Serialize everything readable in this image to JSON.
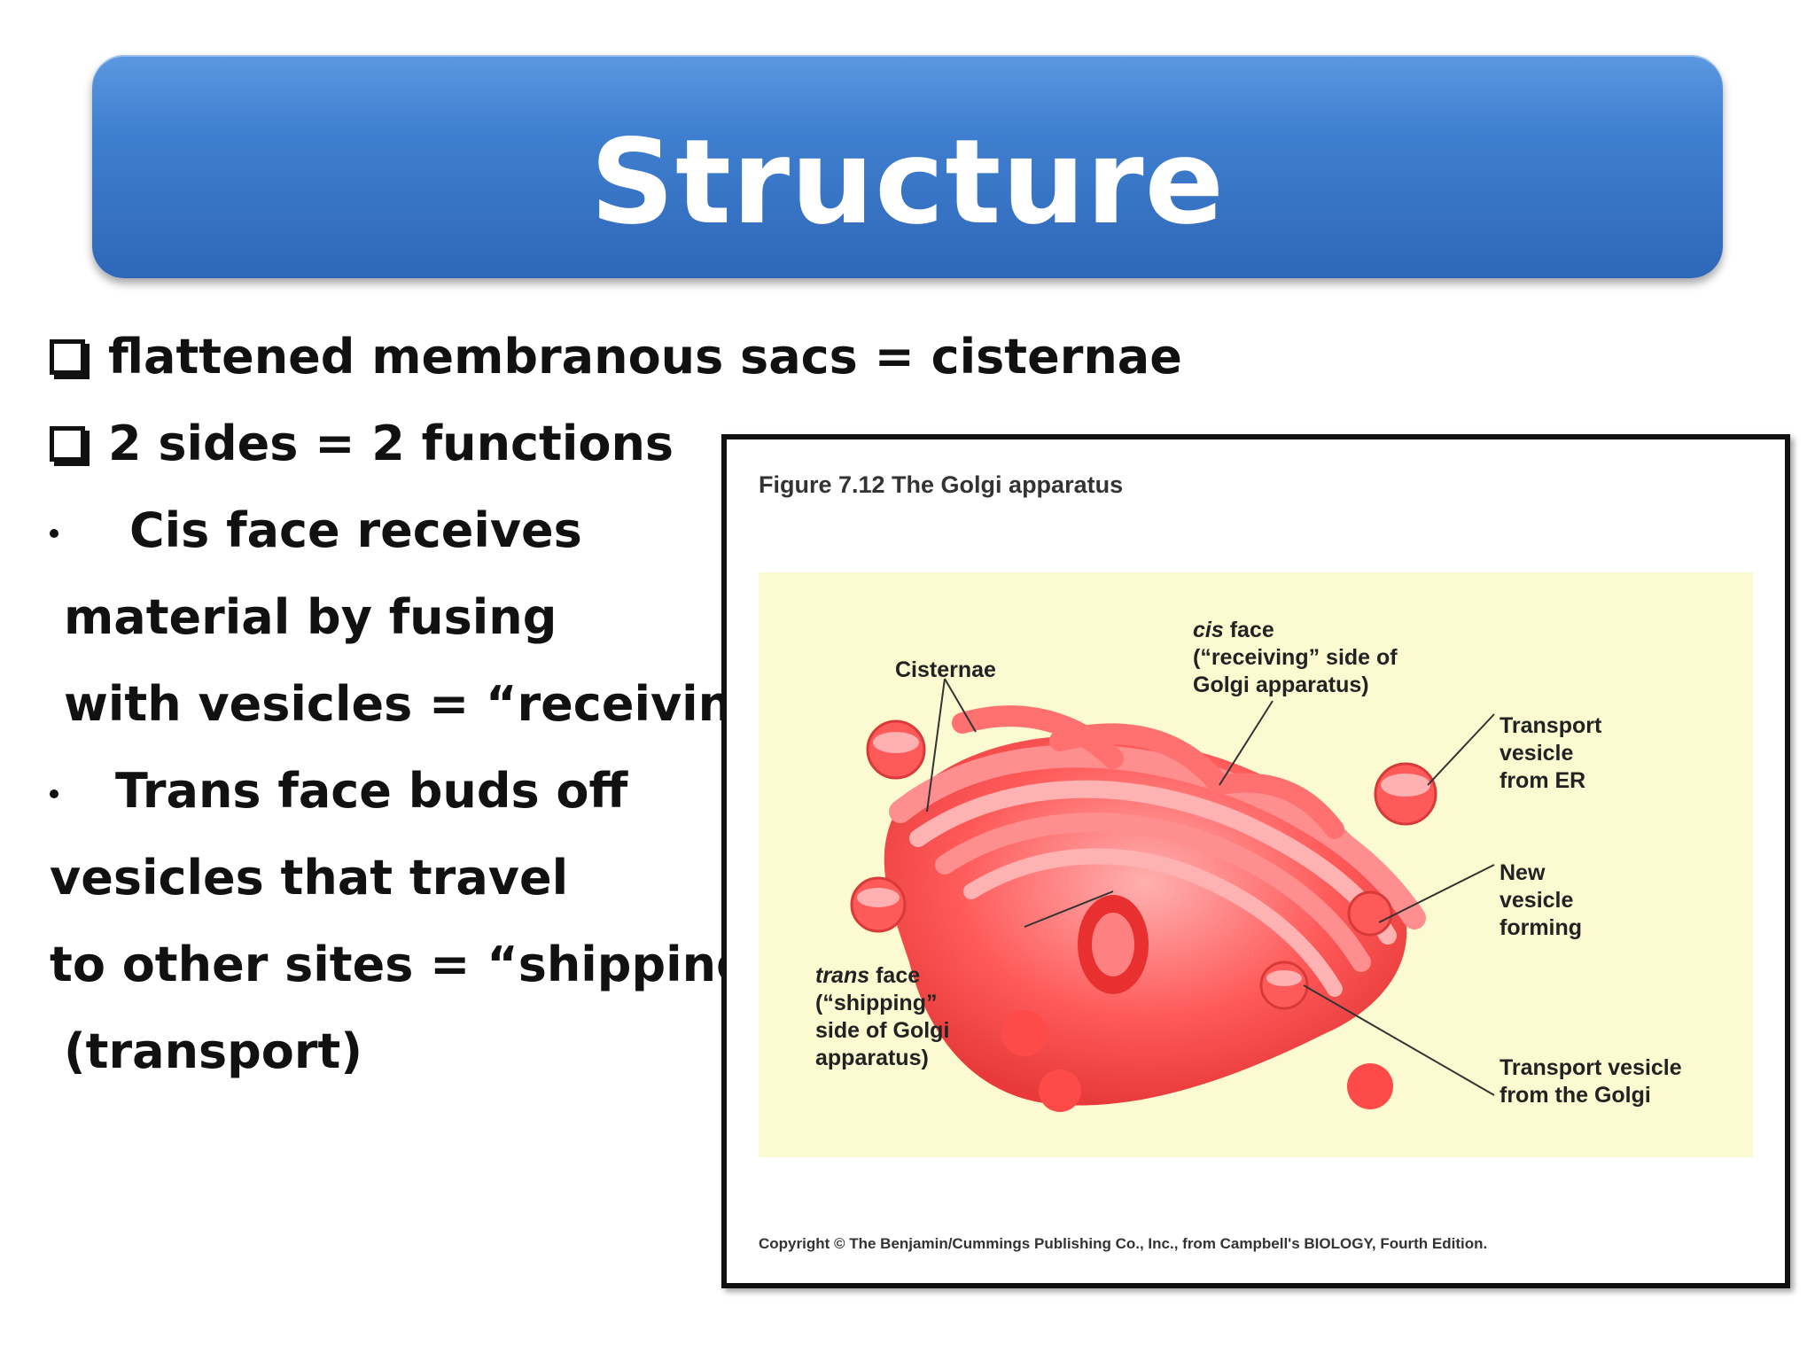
{
  "title": "Structure",
  "bullets": {
    "line1": "flattened membranous sacs = cisternae",
    "line2": "2 sides = 2 functions",
    "line3": "Cis face receives",
    "line4": "material by fusing",
    "line5": "with vesicles = “receiving”",
    "line6": "Trans face buds off",
    "line7": "vesicles that travel",
    "line8": "to other sites = “shipping”",
    "line9": "(transport)"
  },
  "figure": {
    "caption": "Figure 7.12  The Golgi apparatus",
    "copyright": "Copyright © The Benjamin/Cummings Publishing Co., Inc., from Campbell's BIOLOGY, Fourth Edition.",
    "labels": {
      "cisternae": "Cisternae",
      "cis_italic": "cis",
      "cis_rest": " face\n(“receiving” side of\nGolgi apparatus)",
      "transport_er": "Transport\nvesicle\nfrom ER",
      "new_vesicle": "New\nvesicle\nforming",
      "trans_italic": "trans",
      "trans_rest": " face\n(“shipping”\nside of Golgi\napparatus)",
      "transport_golgi": "Transport vesicle\nfrom the Golgi"
    },
    "colors": {
      "organelle": "#ff4a4a",
      "organelle_light": "#ff9a9a",
      "background": "#fbfad0"
    }
  }
}
